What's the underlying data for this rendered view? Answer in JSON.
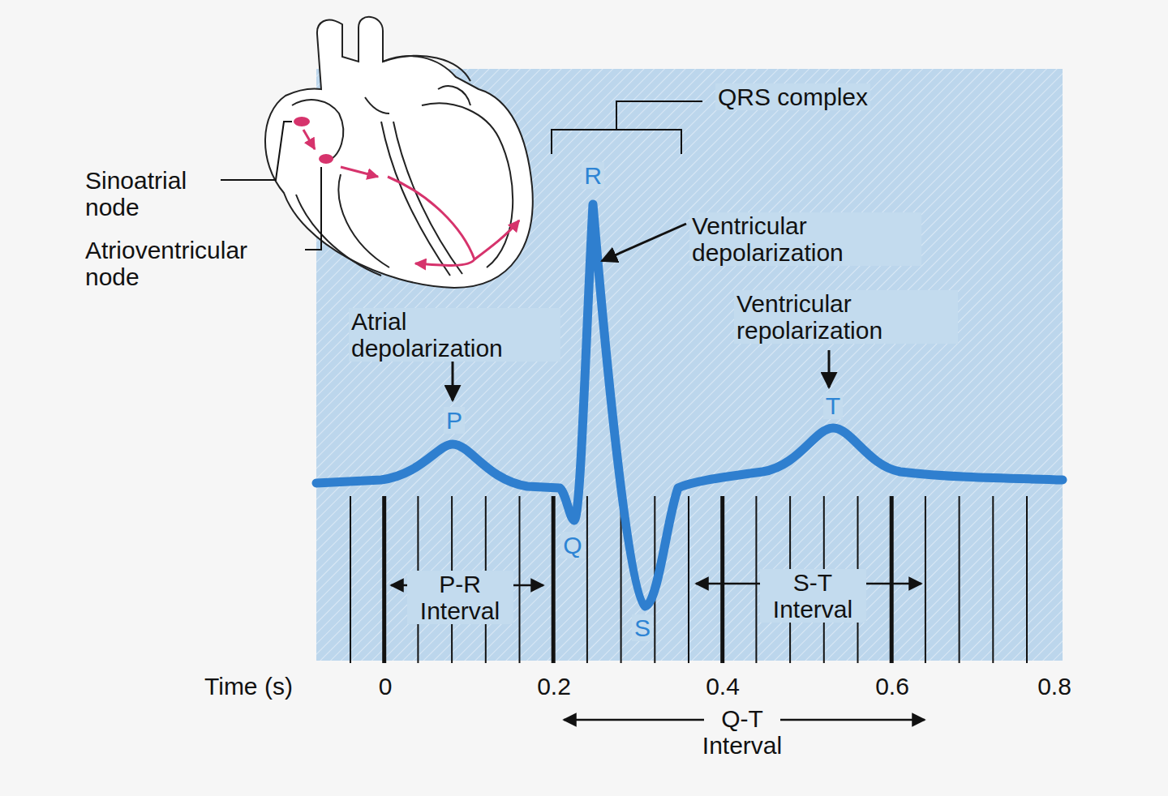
{
  "diagram": {
    "labels": [
      "QRS complex",
      "R",
      "Ventricular depolarization",
      "Sinoatrial node",
      "Atrioventricular node",
      "Atrial depolarization",
      "P",
      "Ventricular repolarization",
      "T",
      "Q",
      "S",
      "P-R Interval",
      "S-T Interval",
      "Time (s)",
      "0",
      "0.2",
      "0.4",
      "0.6",
      "0.8",
      "Q-T Interval"
    ]
  }
}
